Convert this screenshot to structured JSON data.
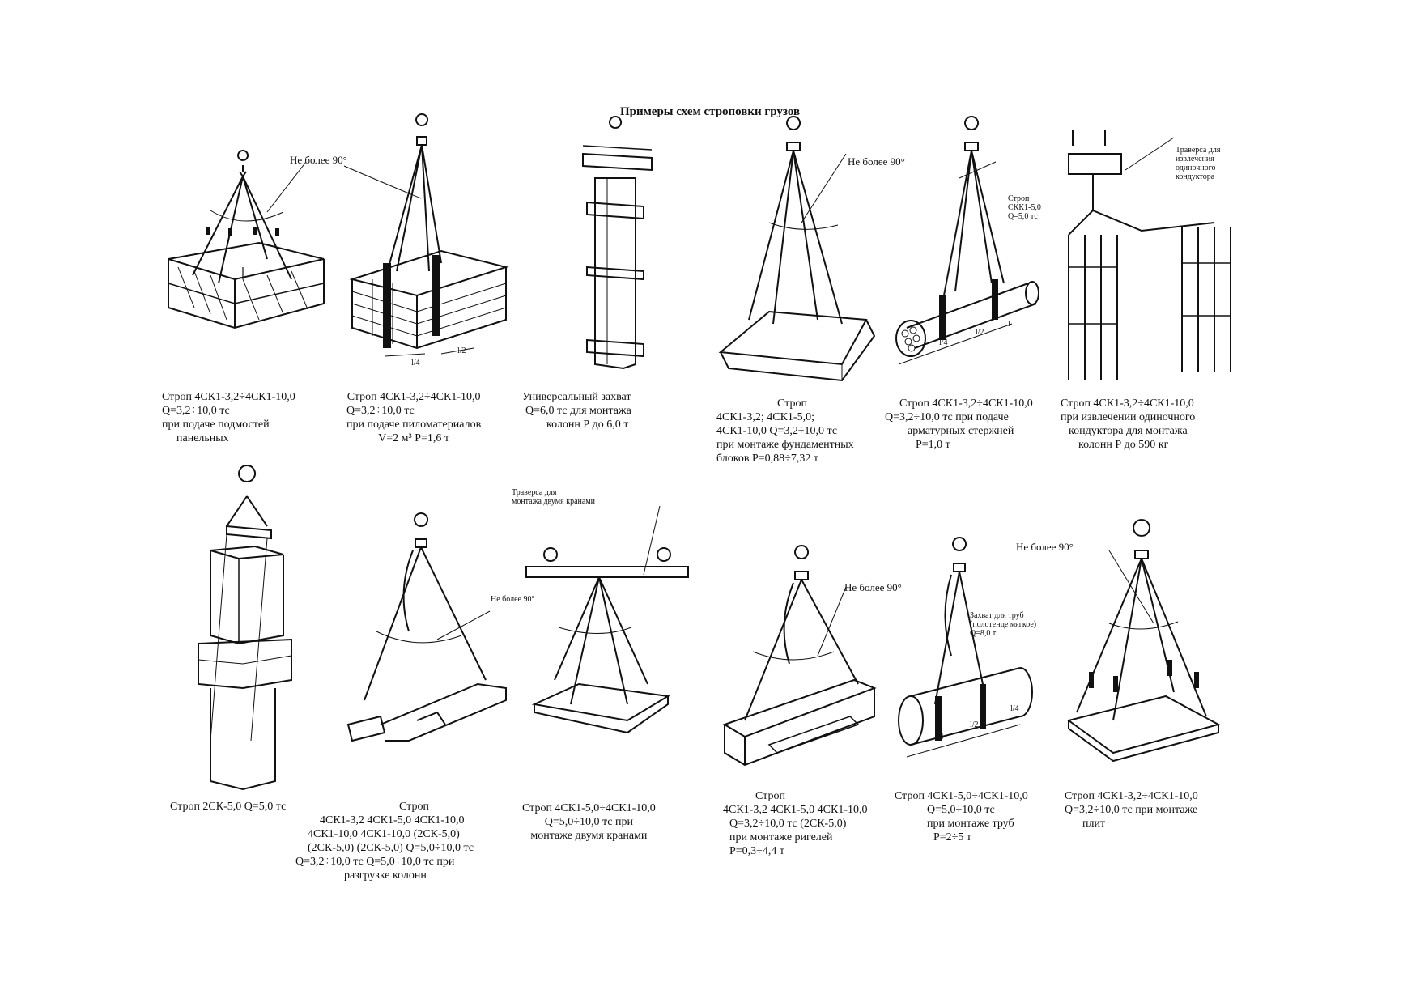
{
  "title": "Примеры схем строповки грузов",
  "annotations": {
    "angle": "Не более 90°",
    "traverse_single": [
      "Траверса для",
      "извлечения",
      "одиночного",
      "кондуктора"
    ],
    "strop_skk": [
      "Строп",
      "СКК1-5,0",
      "Q=5,0 тс"
    ],
    "traverse_two_cranes": [
      "Траверса для",
      "монтажа двумя кранами"
    ],
    "pipe_grip": [
      "Захват для труб",
      "(полотенце мягкое)",
      "Q=8,0 т"
    ],
    "dim_l4": "l/4",
    "dim_l2": "l/2",
    "dim_l": "l"
  },
  "captions": [
    {
      "id": "c1",
      "lines": [
        "Строп 4СК1-3,2÷4СК1-10,0",
        "Q=3,2÷10,0 тс",
        "при подаче подмостей",
        "панельных"
      ]
    },
    {
      "id": "c2",
      "lines": [
        "Строп 4СК1-3,2÷4СК1-10,0",
        "Q=3,2÷10,0 тс",
        "при подаче пиломатериалов",
        "V=2 м³  Р=1,6 т"
      ]
    },
    {
      "id": "c3",
      "lines": [
        "Универсальный захват",
        "Q=6,0 тс для монтажа",
        "колонн Р до 6,0 т"
      ]
    },
    {
      "id": "c4",
      "lines": [
        "Строп",
        "4СК1-3,2;  4СК1-5,0;",
        "4СК1-10,0   Q=3,2÷10,0 тс",
        "при монтаже фундаментных",
        "блоков Р=0,88÷7,32 т"
      ]
    },
    {
      "id": "c5",
      "lines": [
        "Строп 4СК1-3,2÷4СК1-10,0",
        "Q=3,2÷10,0 тс при подаче",
        "арматурных стержней",
        "Р=1,0 т"
      ]
    },
    {
      "id": "c6",
      "lines": [
        "Строп 4СК1-3,2÷4СК1-10,0",
        "при извлечении одиночного",
        "кондуктора для монтажа",
        "колонн Р до 590 кг"
      ]
    },
    {
      "id": "c7",
      "lines": [
        "Строп 2СК-5,0    Q=5,0 тс"
      ]
    },
    {
      "id": "c8",
      "lines": [
        "Строп",
        "4СК1-3,2   4СК1-5,0    4СК1-10,0",
        "4СК1-10,0   4СК1-10,0   (2СК-5,0)",
        "(2СК-5,0)   (2СК-5,0)  Q=5,0÷10,0 тс",
        "Q=3,2÷10,0 тс  Q=5,0÷10,0 тс при",
        "разгрузке колонн"
      ]
    },
    {
      "id": "c9",
      "lines": [
        "Строп 4СК1-5,0÷4СК1-10,0",
        "Q=5,0÷10,0 тс при",
        "монтаже двумя кранами"
      ]
    },
    {
      "id": "c10",
      "lines": [
        "Строп",
        "4СК1-3,2  4СК1-5,0  4СК1-10,0",
        "Q=3,2÷10,0 тс       (2СК-5,0)",
        "при монтаже ригелей",
        "Р=0,3÷4,4 т"
      ]
    },
    {
      "id": "c11",
      "lines": [
        "Строп 4СК1-5,0÷4СК1-10,0",
        "Q=5,0÷10,0 тс",
        "при монтаже труб",
        "Р=2÷5 т"
      ]
    },
    {
      "id": "c12",
      "lines": [
        "Строп 4СК1-3,2÷4СК1-10,0",
        "Q=3,2÷10,0 тс  при монтаже",
        "плит"
      ]
    }
  ]
}
